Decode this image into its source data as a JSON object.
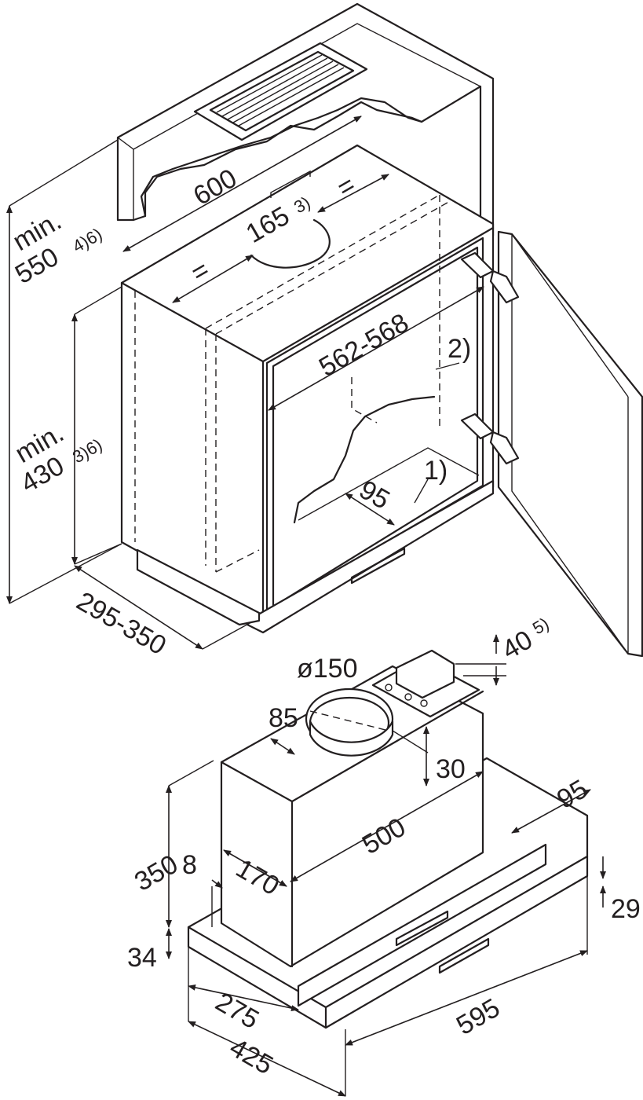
{
  "cabinet": {
    "width_total": "600",
    "min_height": "min.",
    "height_value": "550",
    "height_notes": "4)6)",
    "opening_width": "562-568",
    "min_label_2": "min.",
    "inner_height": "430",
    "inner_height_notes": "3)6)",
    "duct_offset": "165",
    "duct_offset_note": "3)",
    "equal_left": "=",
    "equal_right": "=",
    "depth_range": "295-350",
    "front_gap": "95",
    "note_1": "1)",
    "note_2": "2)"
  },
  "hood": {
    "duct_diameter": "ø150",
    "bracket_height": "40",
    "bracket_note": "5)",
    "duct_depth": "85",
    "duct_height": "30",
    "body_width": "500",
    "body_depth": "170",
    "body_height": "350",
    "side_offset": "8",
    "base_height": "34",
    "front_depth": "95",
    "front_height": "29",
    "base_depth_inner": "275",
    "base_depth_outer": "425",
    "total_width": "595"
  }
}
